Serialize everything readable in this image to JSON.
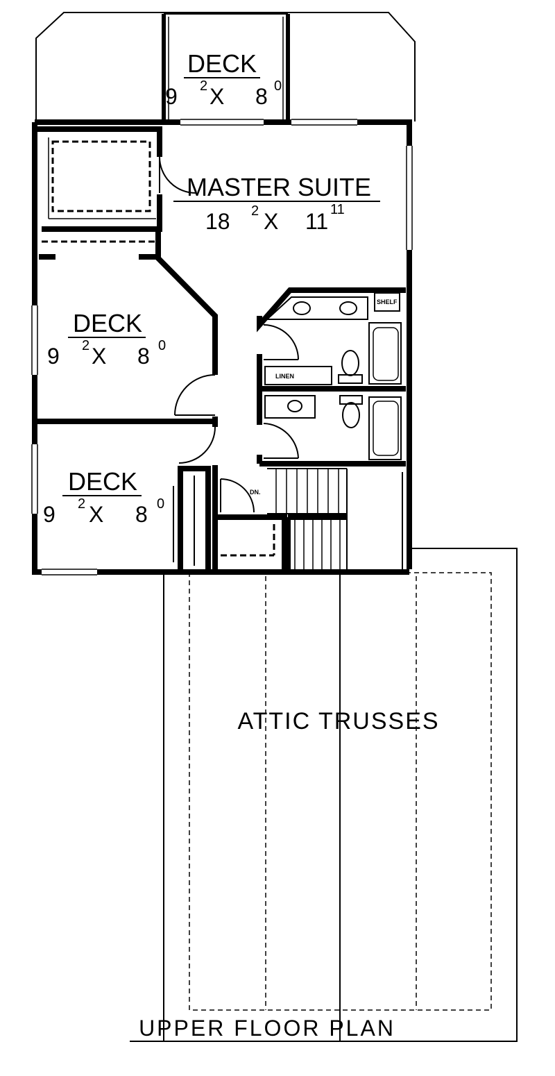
{
  "plan": {
    "title": "UPPER FLOOR PLAN",
    "rooms": {
      "deck_top": {
        "name": "DECK",
        "dim_a": "9",
        "dim_a_sup": "2",
        "x": "X",
        "dim_b": "8",
        "dim_b_sup": "0"
      },
      "master": {
        "name": "MASTER SUITE",
        "dim_a": "18",
        "dim_a_sup": "2",
        "x": "X",
        "dim_b": "11",
        "dim_b_sup": "11"
      },
      "deck_mid": {
        "name": "DECK",
        "dim_a": "9",
        "dim_a_sup": "2",
        "x": "X",
        "dim_b": "8",
        "dim_b_sup": "0"
      },
      "deck_bottom": {
        "name": "DECK",
        "dim_a": "9",
        "dim_a_sup": "2",
        "x": "X",
        "dim_b": "8",
        "dim_b_sup": "0"
      }
    },
    "labels": {
      "linen": "LINEN",
      "shelf": "SHELF",
      "down": "DN.",
      "attic": "ATTIC TRUSSES"
    }
  }
}
